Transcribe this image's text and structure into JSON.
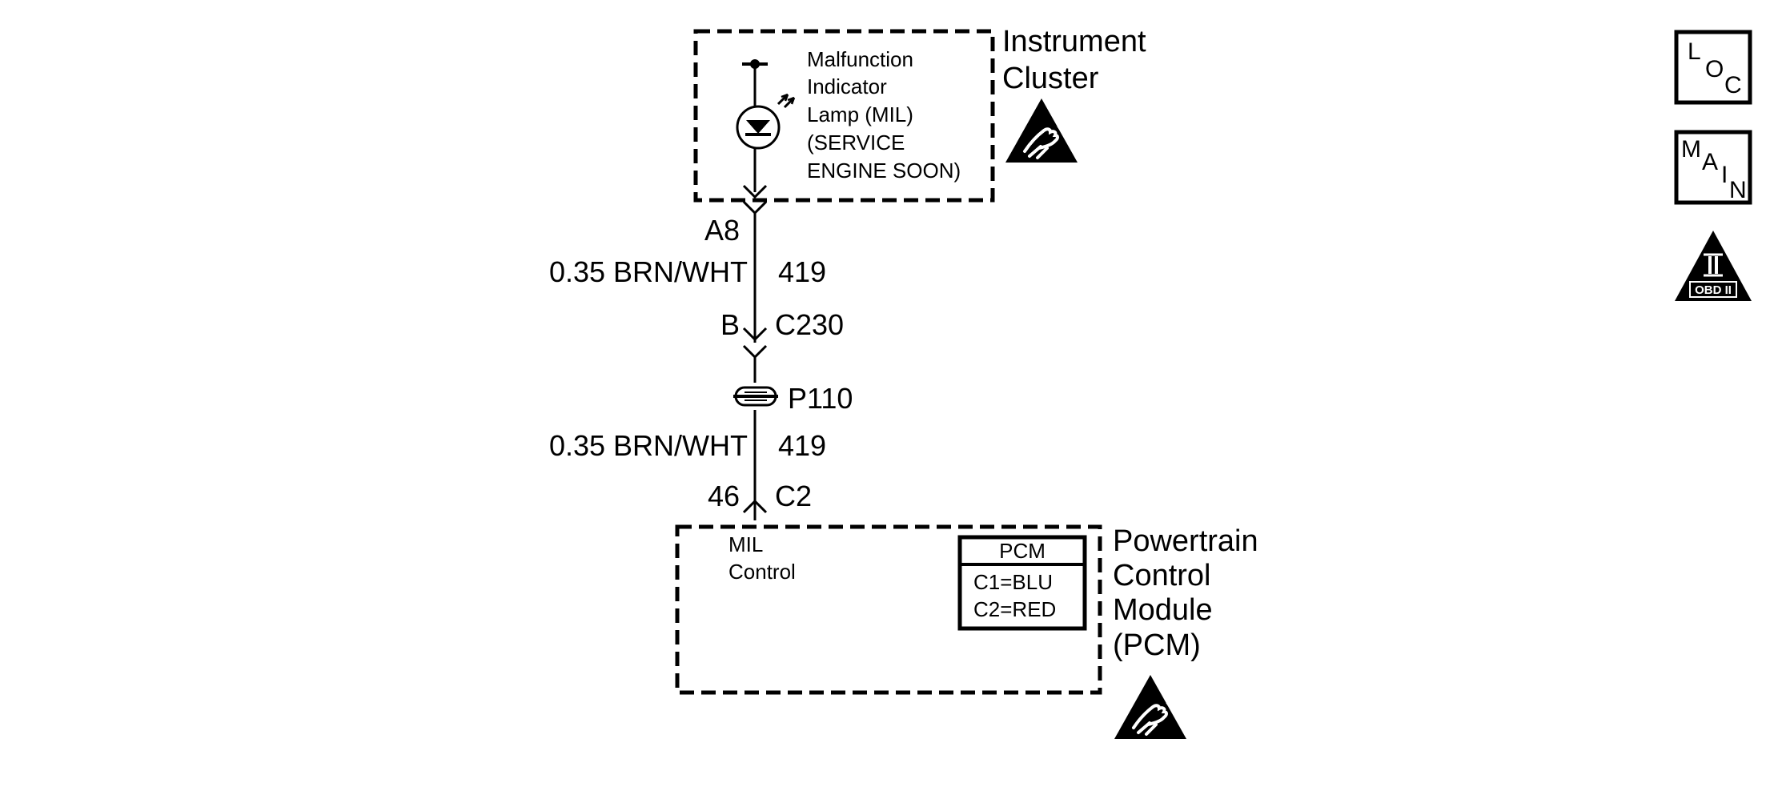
{
  "instrument_cluster": {
    "title_line1": "Instrument",
    "title_line2": "Cluster",
    "lamp_lines": [
      "Malfunction",
      "Indicator",
      "Lamp (MIL)",
      "(SERVICE",
      "ENGINE SOON)"
    ]
  },
  "circuit": {
    "cluster_pin": "A8",
    "wire_upper": {
      "gauge_color": "0.35 BRN/WHT",
      "circuit_number": "419"
    },
    "inline_connector": {
      "pin": "B",
      "connector": "C230"
    },
    "splice_pack": "P110",
    "wire_lower": {
      "gauge_color": "0.35 BRN/WHT",
      "circuit_number": "419"
    },
    "pcm_connector": {
      "pin": "46",
      "connector": "C2"
    }
  },
  "pcm": {
    "function_line1": "MIL",
    "function_line2": "Control",
    "title_lines": [
      "Powertrain",
      "Control",
      "Module",
      "(PCM)"
    ],
    "legend": {
      "header": "PCM",
      "rows": [
        "C1=BLU",
        "C2=RED"
      ]
    }
  },
  "side_icons": {
    "loc": {
      "letters": [
        "L",
        "O",
        "C"
      ]
    },
    "main": {
      "letters": [
        "M",
        "A",
        "I",
        "N"
      ]
    },
    "obd": {
      "numeral": "II",
      "label": "OBD II"
    }
  },
  "colors": {
    "ink": "#000000",
    "background": "#ffffff"
  }
}
